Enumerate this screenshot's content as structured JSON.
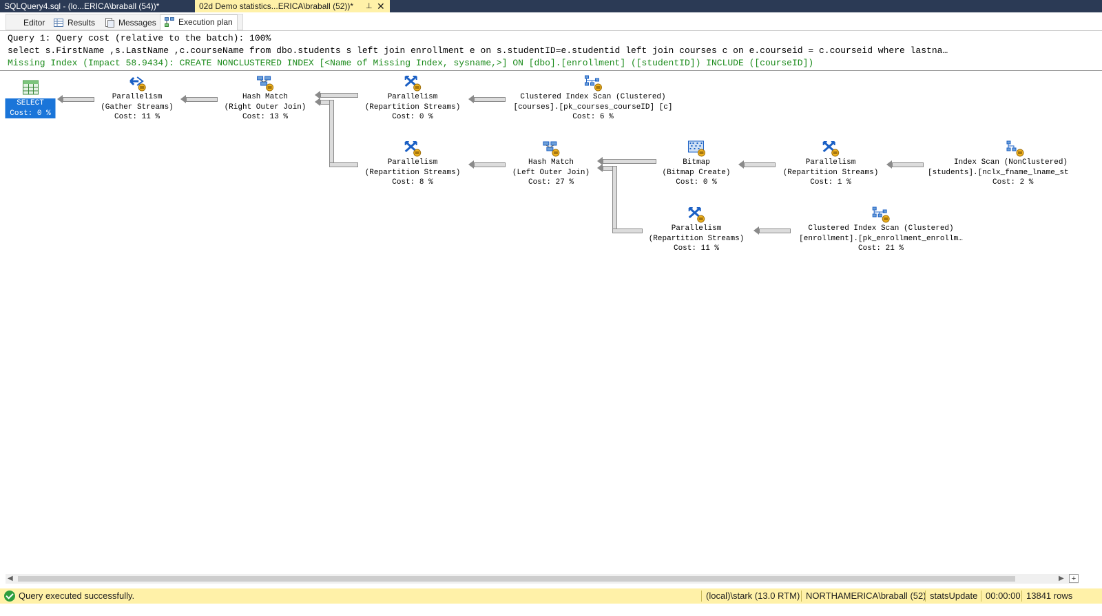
{
  "doc_tabs": [
    {
      "label": "SQLQuery4.sql - (lo...ERICA\\braball (54))*"
    },
    {
      "label": "02d Demo statistics...ERICA\\braball (52))*",
      "pin_icon": "pin-icon",
      "close_icon": "close-icon"
    }
  ],
  "result_tabs": {
    "editor": "Editor",
    "results": "Results",
    "messages": "Messages",
    "execution_plan": "Execution plan"
  },
  "header": {
    "query_cost": "Query 1: Query cost (relative to the batch): 100%",
    "sql": "select s.FirstName ,s.LastName ,c.courseName from dbo.students s left join enrollment e on s.studentID=e.studentid left join courses c on e.courseid = c.courseid where lastna…",
    "missing_index": "Missing Index (Impact 58.9434): CREATE NONCLUSTERED INDEX [<Name of Missing Index, sysname,>] ON [dbo].[enrollment] ([studentID]) INCLUDE ([courseID])"
  },
  "plan": {
    "select": {
      "name": "SELECT",
      "cost": "Cost: 0 %",
      "icon": "select-table-icon"
    },
    "gather": {
      "name": "Parallelism",
      "sub": "(Gather Streams)",
      "cost": "Cost: 11 %",
      "icon": "parallelism-gather-icon"
    },
    "hash_right": {
      "name": "Hash Match",
      "sub": "(Right Outer Join)",
      "cost": "Cost: 13 %",
      "icon": "hash-match-icon"
    },
    "par_repart_1": {
      "name": "Parallelism",
      "sub": "(Repartition Streams)",
      "cost": "Cost: 0 %",
      "icon": "parallelism-repartition-icon"
    },
    "ci_scan_courses": {
      "name": "Clustered Index Scan (Clustered)",
      "sub": "[courses].[pk_courses_courseID] [c]",
      "cost": "Cost: 6 %",
      "icon": "clustered-index-scan-icon"
    },
    "par_repart_2": {
      "name": "Parallelism",
      "sub": "(Repartition Streams)",
      "cost": "Cost: 8 %",
      "icon": "parallelism-repartition-icon"
    },
    "hash_left": {
      "name": "Hash Match",
      "sub": "(Left Outer Join)",
      "cost": "Cost: 27 %",
      "icon": "hash-match-icon"
    },
    "bitmap": {
      "name": "Bitmap",
      "sub": "(Bitmap Create)",
      "cost": "Cost: 0 %",
      "icon": "bitmap-icon"
    },
    "par_repart_3": {
      "name": "Parallelism",
      "sub": "(Repartition Streams)",
      "cost": "Cost: 1 %",
      "icon": "parallelism-repartition-icon"
    },
    "index_scan_students": {
      "name": "Index Scan (NonClustered)",
      "sub": "[students].[nclx_fname_lname_st",
      "cost": "Cost: 2 %",
      "icon": "index-scan-icon"
    },
    "par_repart_4": {
      "name": "Parallelism",
      "sub": "(Repartition Streams)",
      "cost": "Cost: 11 %",
      "icon": "parallelism-repartition-icon"
    },
    "ci_scan_enrollment": {
      "name": "Clustered Index Scan (Clustered)",
      "sub": "[enrollment].[pk_enrollment_enrollm…",
      "cost": "Cost: 21 %",
      "icon": "clustered-index-scan-icon"
    }
  },
  "scrollbar": {
    "plus_label": "+"
  },
  "status": {
    "message": "Query executed successfully.",
    "server": "(local)\\stark (13.0 RTM)",
    "user": "NORTHAMERICA\\braball (52)",
    "database": "statsUpdate",
    "elapsed": "00:00:00",
    "rows": "13841 rows"
  },
  "colors": {
    "tab_bar": "#2b3a55",
    "active_tab": "#fff1a8",
    "status_bar": "#fff1a8",
    "select_highlight": "#1a75d9",
    "missing_index_text": "#1a8a1a"
  }
}
